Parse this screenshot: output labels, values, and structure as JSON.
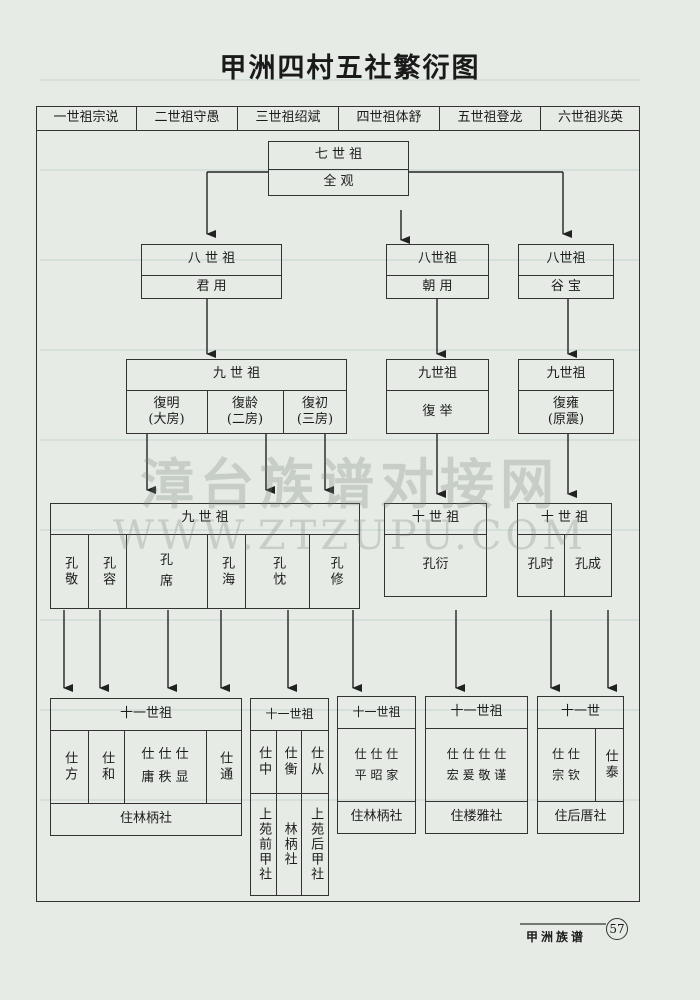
{
  "title": "甲洲四村五社繁衍图",
  "generations": [
    "一世祖宗说",
    "二世祖守愚",
    "三世祖绍斌",
    "四世祖体舒",
    "五世祖登龙",
    "六世祖兆英"
  ],
  "gen7": {
    "label": "七 世 祖",
    "name": "全 观"
  },
  "gen8": [
    {
      "label": "八 世 祖",
      "name": "君 用"
    },
    {
      "label": "八世祖",
      "name": "朝 用"
    },
    {
      "label": "八世祖",
      "name": "谷 宝"
    }
  ],
  "gen9_main": {
    "label": "九 世 祖",
    "names": [
      "復明\n(大房)",
      "復龄\n(二房)",
      "復初\n(三房)"
    ]
  },
  "gen9_b": {
    "label": "九世祖",
    "name": "復 举"
  },
  "gen9_c": {
    "label": "九世祖",
    "name": "復雍\n(原震)"
  },
  "gen10_main": {
    "label": "九 世 祖",
    "names": [
      "孔敬",
      "孔容",
      "孔\n席",
      "孔海",
      "孔忱",
      "孔修"
    ]
  },
  "gen10_b": {
    "label": "十 世 祖",
    "name": "孔衍"
  },
  "gen10_c": {
    "label": "十 世 祖",
    "names": [
      "孔时",
      "孔成"
    ]
  },
  "g11a": {
    "label": "十一世祖",
    "names": [
      "仕方",
      "仕和",
      "仕 仕 仕\n庸 秩 显",
      "仕通"
    ],
    "place": "住林柄社"
  },
  "g11b": {
    "label": "十一世祖",
    "names": [
      "仕中",
      "仕衡",
      "仕从"
    ],
    "places": [
      "上苑前甲社",
      "林柄社",
      "上苑后甲社"
    ]
  },
  "g11c": {
    "label": "十一世祖",
    "name": "仕 仕 仕\n平 昭 家",
    "place": "住林柄社"
  },
  "g11d": {
    "label": "十一世祖",
    "name": "仕 仕 仕 仕\n宏 爰 敬 谨",
    "place": "住楼雅社"
  },
  "g11e": {
    "label": "十一世",
    "names": [
      "仕 仕\n宗 钦",
      "仕泰"
    ],
    "place": "住后厝社"
  },
  "watermark": {
    "line1": "漳台族谱对接网",
    "line2": "WWW.ZTZUPU.COM"
  },
  "footer": {
    "text": "甲洲族谱",
    "page": "57"
  }
}
